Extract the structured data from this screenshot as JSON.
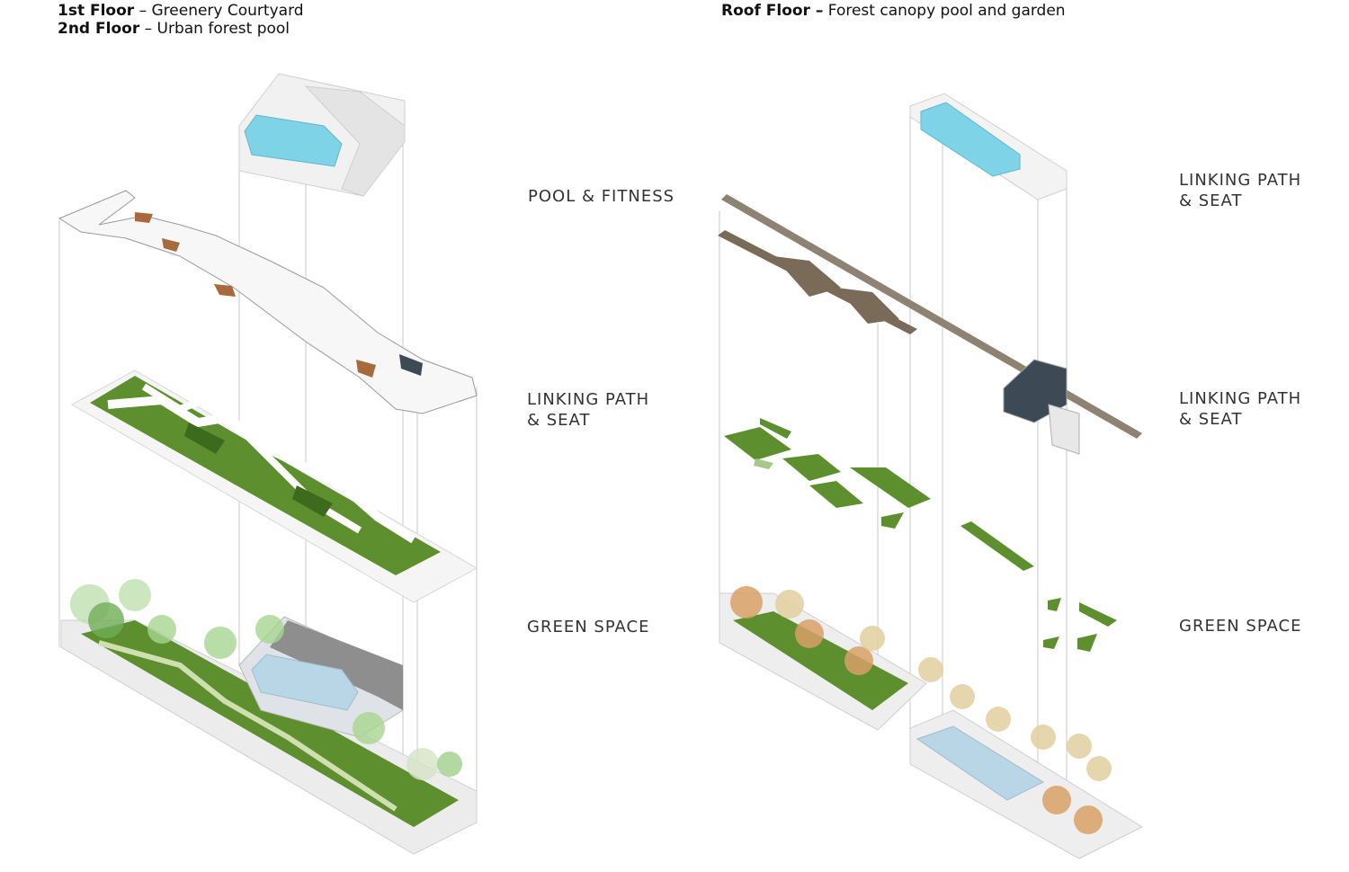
{
  "left_panel": {
    "floor1_bold": "1st  Floor",
    "floor1_text": " – Greenery Courtyard",
    "floor2_bold": "2nd Floor",
    "floor2_text": " – Urban forest pool",
    "labels": {
      "pool": "POOL & FITNESS",
      "linking": "LINKING PATH\n& SEAT",
      "green": "GREEN SPACE"
    }
  },
  "right_panel": {
    "roof_bold": "Roof Floor –",
    "roof_text": " Forest canopy pool and garden",
    "labels": {
      "linking_top": "LINKING PATH\n& SEAT",
      "linking_mid": "LINKING PATH\n& SEAT",
      "green": "GREEN SPACE"
    }
  },
  "colors": {
    "pool": "#7fd3e6",
    "grass": "#5d8f2e",
    "grass_dark": "#3e6a1e",
    "path_brown": "#7a6a58",
    "tree_green": "#9fcf8a",
    "tree_autumn": "#d8a066",
    "guide": "#bdbdbd"
  }
}
